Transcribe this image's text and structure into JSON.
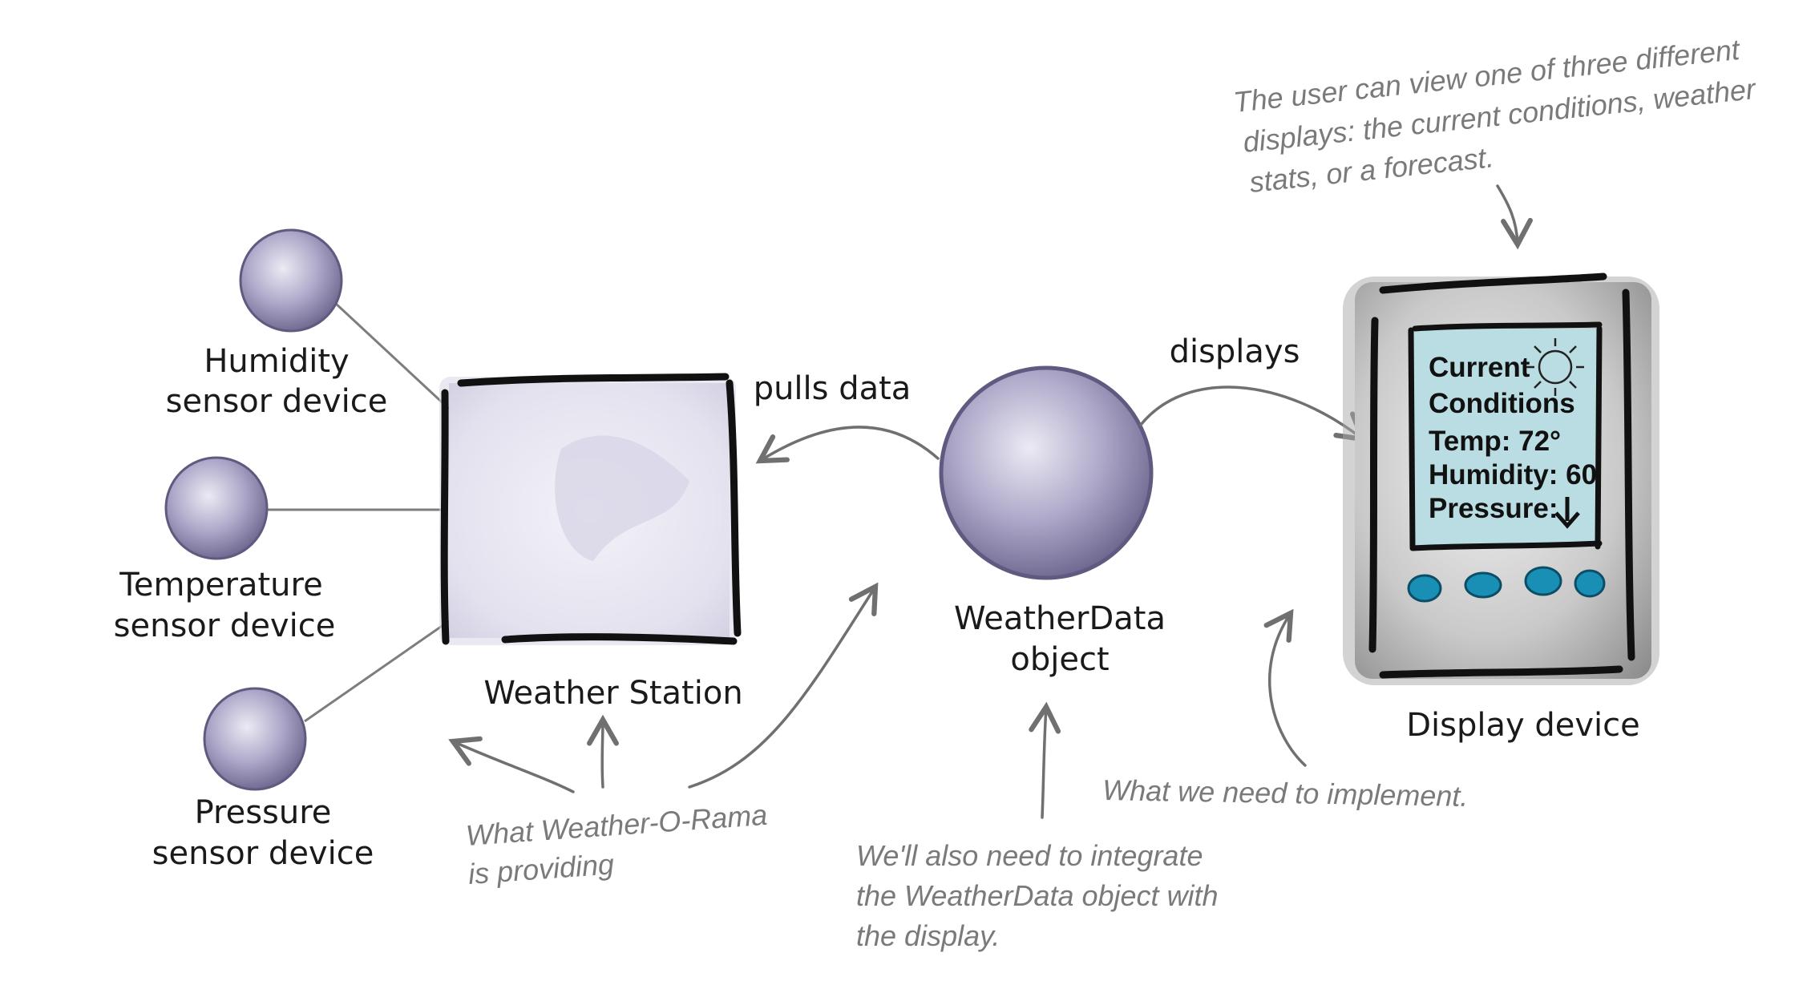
{
  "sensors": [
    {
      "name": "Humidity",
      "label": "sensor device"
    },
    {
      "name": "Temperature",
      "label": "sensor device"
    },
    {
      "name": "Pressure",
      "label": "sensor device"
    }
  ],
  "weather_station": {
    "label": "Weather Station"
  },
  "weatherdata": {
    "line1": "WeatherData",
    "line2": "object"
  },
  "display_device": {
    "label": "Display device",
    "screen": {
      "line1": "Current",
      "line2": "Conditions",
      "temp": "Temp: 72°",
      "humidity": "Humidity: 60",
      "pressure": "Pressure:"
    },
    "button_color": "#1a8fb5",
    "screen_color": "#b9dde2"
  },
  "edges": {
    "pulls_data": "pulls data",
    "displays": "displays"
  },
  "annotations": {
    "providing": [
      "What Weather-O-Rama",
      "is providing"
    ],
    "integrate": [
      "We'll also need to integrate",
      "the WeatherData object with",
      "the display."
    ],
    "implement": "What we need to implement.",
    "user_view": [
      "The user can view one of three different",
      "displays: the current conditions, weather",
      "stats, or a forecast."
    ]
  },
  "colors": {
    "sphere": "#a9a4c6",
    "sphere_light": "#e6e4f0",
    "sphere_dark": "#6e6890",
    "ink": "#111111",
    "annotation": "#7a7a7a"
  }
}
